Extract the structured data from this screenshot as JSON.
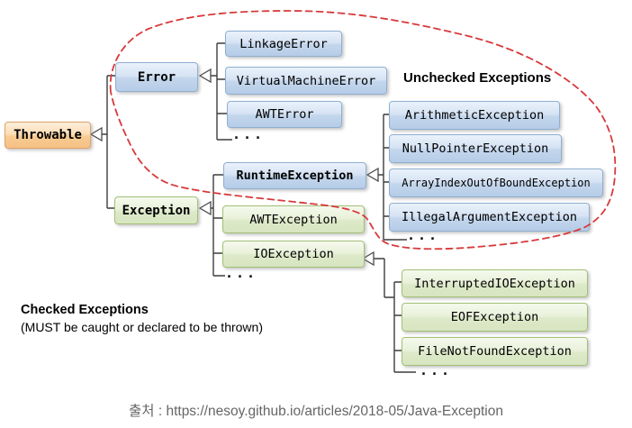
{
  "diagram_title": "Java Exception class hierarchy",
  "nodes": {
    "throwable": {
      "label": "Throwable"
    },
    "error": {
      "label": "Error"
    },
    "exception": {
      "label": "Exception"
    },
    "linkage_error": {
      "label": "LinkageError"
    },
    "virtual_machine_error": {
      "label": "VirtualMachineError"
    },
    "awt_error": {
      "label": "AWTError"
    },
    "runtime_exception": {
      "label": "RuntimeException"
    },
    "awt_exception": {
      "label": "AWTException"
    },
    "io_exception": {
      "label": "IOException"
    },
    "arithmetic_exception": {
      "label": "ArithmeticException"
    },
    "null_pointer_exception": {
      "label": "NullPointerException"
    },
    "array_index_out_of_bound_exception": {
      "label": "ArrayIndexOutOfBoundException"
    },
    "illegal_argument_exception": {
      "label": "IllegalArgumentException"
    },
    "interrupted_io_exception": {
      "label": "InterruptedIOException"
    },
    "eof_exception": {
      "label": "EOFException"
    },
    "file_not_found_exception": {
      "label": "FileNotFoundException"
    }
  },
  "ellipsis": "...",
  "hierarchy": [
    {
      "parent": "Throwable",
      "children": [
        "Error",
        "Exception"
      ]
    },
    {
      "parent": "Error",
      "children": [
        "LinkageError",
        "VirtualMachineError",
        "AWTError",
        "..."
      ]
    },
    {
      "parent": "Exception",
      "children": [
        "RuntimeException",
        "AWTException",
        "IOException",
        "..."
      ]
    },
    {
      "parent": "RuntimeException",
      "children": [
        "ArithmeticException",
        "NullPointerException",
        "ArrayIndexOutOfBoundException",
        "IllegalArgumentException",
        "..."
      ]
    },
    {
      "parent": "IOException",
      "children": [
        "InterruptedIOException",
        "EOFException",
        "FileNotFoundException",
        "..."
      ]
    }
  ],
  "annotations": {
    "unchecked_label": "Unchecked Exceptions",
    "checked_label": "Checked Exceptions",
    "checked_note": "(MUST be caught or declared to be thrown)"
  },
  "footer": {
    "source_text": "출처 : https://nesoy.github.io/articles/2018-05/Java-Exception"
  },
  "colors": {
    "unchecked_box": "#b6cce7",
    "checked_box": "#d7e5c0",
    "root_box": "#f5c084",
    "outline": "#d8393b",
    "connector": "#3d3d3d"
  }
}
